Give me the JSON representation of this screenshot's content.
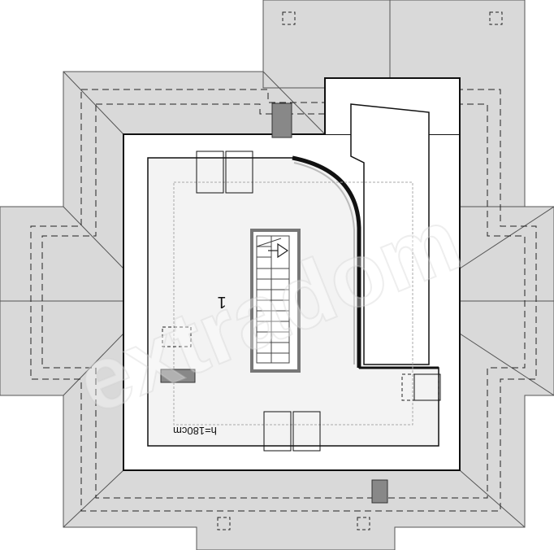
{
  "plan": {
    "room_number": "1",
    "height_note": "h=180cm",
    "watermark": "extradom",
    "colors": {
      "roof": "#d9d9d9",
      "roof_stroke": "#555555",
      "floor": "#f3f3f3",
      "wall": "#111111",
      "chimney": "#888888",
      "dashed": "#222222"
    }
  }
}
